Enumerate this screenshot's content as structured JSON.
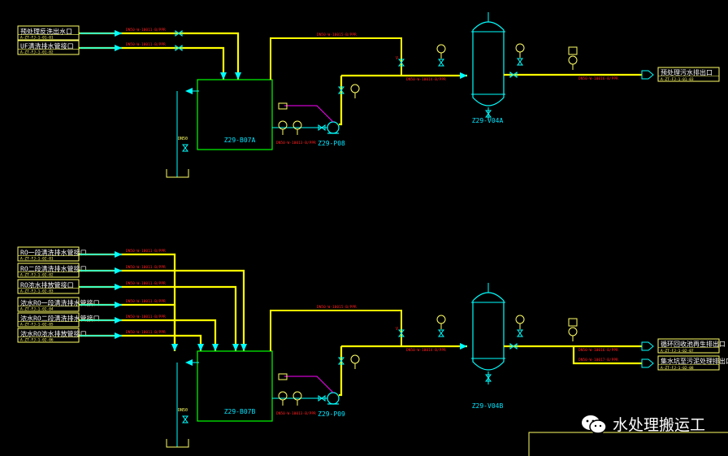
{
  "colors": {
    "pipe": "#ffff00",
    "inlet_line": "#ffff00",
    "equipment": "#00ff00",
    "arrow": "#00ffff",
    "red_text": "#ff2020",
    "instrument": "#ffff66",
    "signal": "#ff00ff",
    "label_cyan": "#00e5ff",
    "white": "#ffffff"
  },
  "upper": {
    "tank_label": "Z29-B07A",
    "pump_label": "Z29-P08",
    "vessel_label": "Z29-V04A",
    "drain_label": "DN50",
    "inlets": [
      {
        "label": "预处理反洗出水口",
        "sub": "A-ZT-FJ-1-01-01"
      },
      {
        "label": "UF清洗排水管接口",
        "sub": "A-ZT-FJ-1-01-02"
      }
    ],
    "outlet": {
      "label": "预处理污水排出口",
      "sub": "A-ZT-FJ-1-01-03"
    }
  },
  "lower": {
    "tank_label": "Z29-B07B",
    "pump_label": "Z29-P09",
    "vessel_label": "Z29-V04B",
    "drain_label": "DN50",
    "inlets": [
      {
        "label": "RO一段清洗排水管接口",
        "sub": "A-ZT-FJ-1-02-01"
      },
      {
        "label": "RO二段清洗排水管接口",
        "sub": "A-ZT-FJ-1-02-02"
      },
      {
        "label": "RO浓水排放管接口",
        "sub": "A-ZT-FJ-1-02-03"
      },
      {
        "label": "浓水RO一段清洗排水管接口",
        "sub": "A-ZT-FJ-1-02-04"
      },
      {
        "label": "浓水RO二段清洗排水管接口",
        "sub": "A-ZT-FJ-1-02-05"
      },
      {
        "label": "浓水RO浓水排放管接口",
        "sub": "A-ZT-FJ-1-02-06"
      }
    ],
    "outlets": [
      {
        "label": "循环回收池再生排出口",
        "sub": "A-ZT-FJ-1-02-07"
      },
      {
        "label": "集水坑至污泥处理排出口",
        "sub": "A-ZT-FJ-1-02-08"
      }
    ]
  },
  "watermark": {
    "text": "水处理搬运工",
    "icon": "wechat-icon"
  }
}
